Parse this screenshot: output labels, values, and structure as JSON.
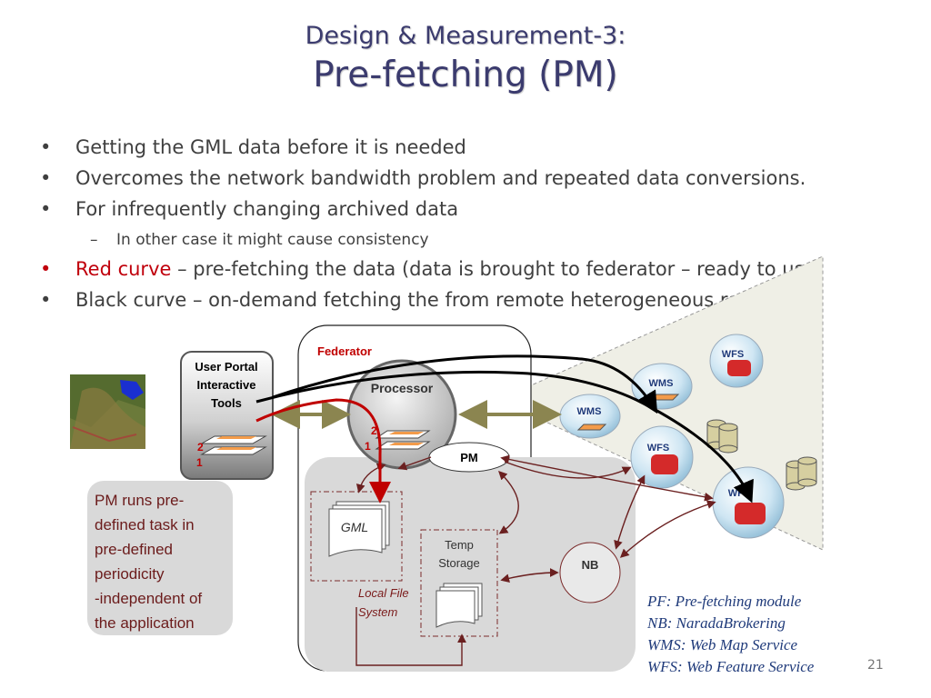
{
  "title": {
    "line1": "Design & Measurement-3:",
    "line2": "Pre-fetching (PM)"
  },
  "bullets": [
    {
      "text": "Getting the GML data before it is needed"
    },
    {
      "text": "Overcomes the network bandwidth problem and repeated data conversions."
    },
    {
      "text": "For infrequently changing archived data"
    },
    {
      "sub": "In other case it might cause consistency"
    },
    {
      "red": "Red curve",
      "text": " – pre-fetching the data (data is brought to federator – ready to use)"
    },
    {
      "text": "Black curve – on-demand fetching the from remote heterogeneous resources"
    }
  ],
  "diagram": {
    "user_portal": {
      "line1": "User Portal",
      "line2": "Interactive",
      "line3": "Tools",
      "layer2": "2",
      "layer1": "1"
    },
    "federator_label": "Federator",
    "processor": {
      "label": "Processor",
      "layer2": "2",
      "layer1": "1"
    },
    "pm_label": "PM",
    "gml_label": "GML",
    "local_fs": {
      "line1": "Local File",
      "line2": "System"
    },
    "temp_storage": {
      "line1": "Temp",
      "line2": "Storage"
    },
    "nb_label": "NB",
    "services": {
      "wfs_top": "WFS",
      "wms_mid": "WMS",
      "wms_left": "WMS",
      "wfs_mid": "WFS",
      "wfs_bottom": "WFS"
    },
    "colors": {
      "red_curve": "#c00000",
      "black_curve": "#000000",
      "olive_arrow": "#8b8550",
      "maroon_arrow": "#6b2020"
    }
  },
  "note": [
    "PM runs pre-",
    "defined task in",
    "pre-defined",
    "periodicity",
    "-independent of",
    "the application"
  ],
  "legend": [
    "PF: Pre-fetching module",
    "NB: NaradaBrokering",
    "WMS: Web Map Service",
    "WFS: Web Feature Service"
  ],
  "page_number": "21"
}
